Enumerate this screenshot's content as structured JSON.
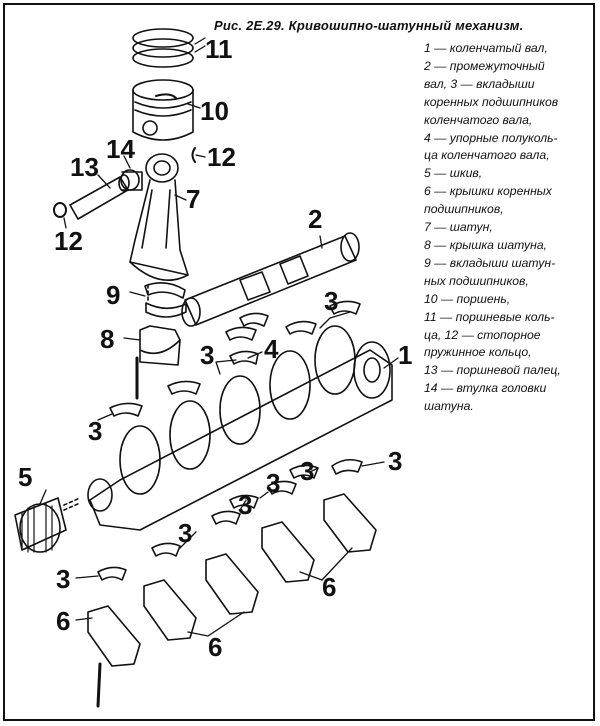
{
  "figure": {
    "title": "Рис. 2Е.29. Кривошипно-шатунный механизм.",
    "legend_lines": [
      "1 — коленчатый вал,",
      "2 — промежуточный",
      "вал, 3 — вкладыши",
      "коренных подшипников",
      "коленчатого вала,",
      "4 — упорные полуколь-",
      "ца коленчатого вала,",
      "5 — шкив,",
      "6 — крышки коренных",
      "подшипников,",
      "7 — шатун,",
      "8 — крышка шатуна,",
      "9 — вкладыши шатун-",
      "ных подшипников,",
      "10 — поршень,",
      "11 — поршневые коль-",
      "ца, 12 — стопорное",
      "пружинное кольцо,",
      "13 — поршневой палец,",
      "14 — втулка головки",
      "шатуна."
    ]
  },
  "callouts": {
    "rings": "11",
    "piston": "10",
    "bushing": "14",
    "circlip_right": "12",
    "pin": "13",
    "conrod": "7",
    "circlip_left": "12",
    "intermediate_shaft": "2",
    "rod_bearings": "9",
    "main_bearings_top": "3",
    "rod_cap": "8",
    "main_bearings_mid": "3",
    "thrust_washers": "4",
    "crankshaft": "1",
    "main_bearings_left": "3",
    "pulley": "5",
    "main_bearings_r1": "3",
    "main_bearings_r2": "3",
    "main_bearings_r3": "3",
    "main_bearings_r4": "3",
    "main_bearings_bottom_left": "3",
    "main_caps_right": "6",
    "main_caps_left": "6",
    "main_caps_center": "6"
  }
}
